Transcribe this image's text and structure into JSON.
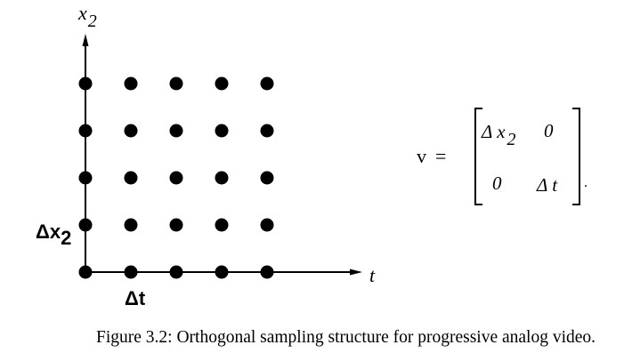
{
  "axes": {
    "vertical_label_base": "x",
    "vertical_label_subscript": "2",
    "horizontal_label": "t",
    "vertical_spacing_label_prefix": "Δx",
    "vertical_spacing_label_subscript": "2",
    "horizontal_spacing_label": "Δt"
  },
  "lattice": {
    "columns": 5,
    "rows": 5,
    "dot_color": "#000000"
  },
  "matrix": {
    "name": "v",
    "equals": "=",
    "row1": {
      "col1_prefix": "Δ x",
      "col1_subscript": "2",
      "col2": "0"
    },
    "row2": {
      "col1": "0",
      "col2": "Δ t"
    },
    "trailing_punctuation": "."
  },
  "caption": "Figure 3.2: Orthogonal sampling structure for progressive analog video."
}
